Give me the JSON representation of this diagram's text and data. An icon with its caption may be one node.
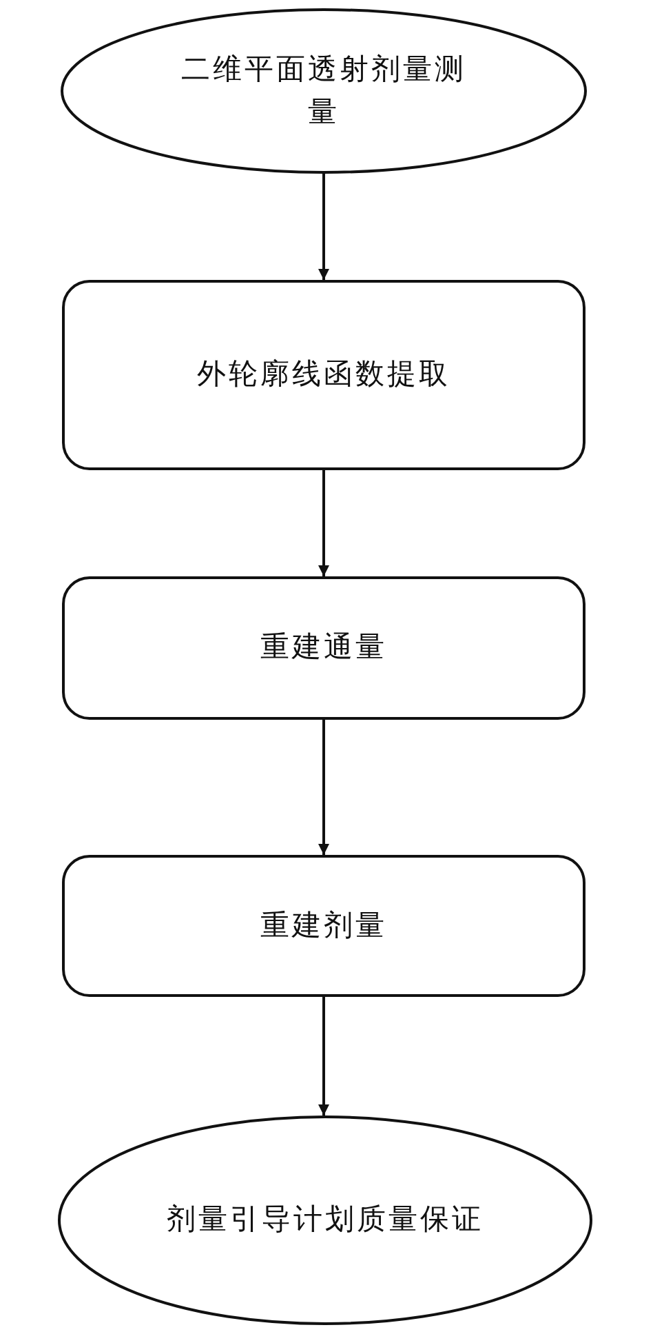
{
  "diagram": {
    "nodes": [
      {
        "text": [
          "二维平面透射剂量测量"
        ]
      },
      {
        "text": [
          "外轮廓线函数提取"
        ]
      },
      {
        "text": [
          "重建通量"
        ]
      },
      {
        "text": [
          "重建剂量"
        ]
      },
      {
        "text": [
          "剂量引导计划质量保证"
        ]
      }
    ],
    "edges": [
      {
        "from": 0,
        "to": 1,
        "arrow": "to"
      },
      {
        "from": 1,
        "to": 2,
        "arrow": "to"
      },
      {
        "from": 2,
        "to": 3,
        "arrow": "to"
      },
      {
        "from": 3,
        "to": 4,
        "arrow": "to"
      }
    ]
  }
}
